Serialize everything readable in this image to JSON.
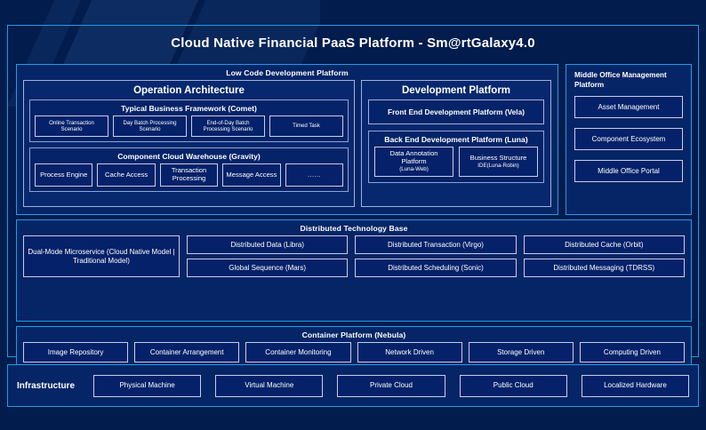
{
  "title": "Cloud Native Financial PaaS Platform - Sm@rtGalaxy4.0",
  "colors": {
    "page_bg": "#021c4e",
    "frame_border": "#1e9ce8",
    "panel_bg": "#062566",
    "box_border": "#c3cfe9",
    "box_bg": "#042169",
    "text": "#ffffff"
  },
  "low_code": {
    "title": "Low Code Development Platform",
    "operation_architecture": {
      "title": "Operation Architecture",
      "typical_business_framework": {
        "title": "Typical Business Framework (Comet)",
        "items": [
          "Online Transaction Scenario",
          "Day Batch Processing Scenario",
          "End-of-Day Batch Processing Scenario",
          "Timed Task"
        ]
      },
      "component_cloud_warehouse": {
        "title": "Component Cloud Warehouse (Gravity)",
        "items": [
          "Process Engine",
          "Cache Access",
          "Transaction Processing",
          "Message Access",
          "……"
        ]
      }
    },
    "development_platform": {
      "title": "Development Platform",
      "front_end": "Front End Development Platform (Vela)",
      "back_end": {
        "title": "Back End Development Platform (Luna)",
        "items": [
          {
            "name": "Data Annotation Platform",
            "sub": "(Luna-Web)"
          },
          {
            "name": "Business Structure",
            "sub": "IDE(Luna-Robin)"
          }
        ]
      }
    }
  },
  "middle_office": {
    "title": "Middle Office Management Platform",
    "items": [
      "Asset Management",
      "Component Ecosystem",
      "Middle Office Portal"
    ]
  },
  "distributed_technology_base": {
    "title": "Distributed Technology Base",
    "dual_mode": "Dual-Mode Microservice (Cloud Native Model | Traditional Model)",
    "columns": [
      [
        "Distributed Data (Libra)",
        "Global Sequence (Mars)"
      ],
      [
        "Distributed Transaction (Virgo)",
        "Distributed Scheduling (Sonic)"
      ],
      [
        "Distributed Cache (Orbit)",
        "Distributed Messaging (TDRSS)"
      ]
    ]
  },
  "container_platform": {
    "title": "Container Platform (Nebula)",
    "items": [
      "Image Repository",
      "Container Arrangement",
      "Container Monitoring",
      "Network Driven",
      "Storage Driven",
      "Computing Driven"
    ]
  },
  "infrastructure": {
    "label": "Infrastructure",
    "items": [
      "Physical Machine",
      "Virtual Machine",
      "Private Cloud",
      "Public Cloud",
      "Localized Hardware"
    ]
  }
}
